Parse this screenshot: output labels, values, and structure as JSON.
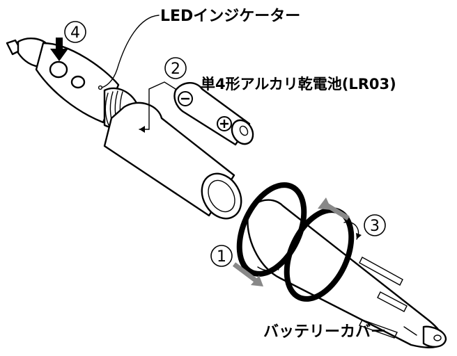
{
  "labels": {
    "led_indicator": "LEDインジケーター",
    "battery": "単4形アルカリ乾電池(LR03)",
    "battery_cover": "バッテリーカバー"
  },
  "steps": {
    "s1": "1",
    "s2": "2",
    "s3": "3",
    "s4": "4"
  },
  "colors": {
    "line": "#000000",
    "arrow_gray": "#888888",
    "background": "#ffffff"
  }
}
